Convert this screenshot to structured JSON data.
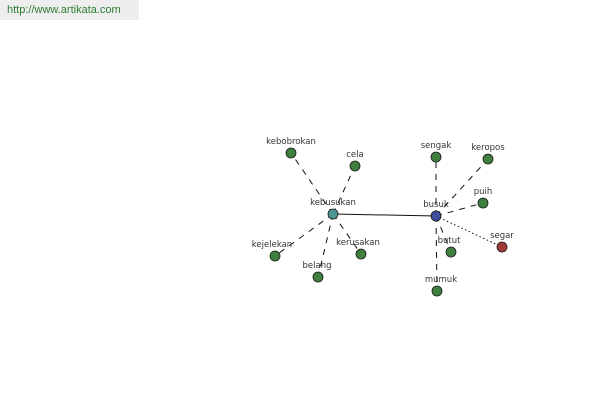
{
  "header": {
    "url": "http://www.artikata.com"
  },
  "colors": {
    "hub_left": "#4f9494",
    "hub_right": "#3f4fa0",
    "leaf": "#3e7f3e",
    "antonym": "#a33a3a",
    "edge": "#111111"
  },
  "graph": {
    "nodes": [
      {
        "id": "kebusukan",
        "label": "kebusukan",
        "kind": "hub_left"
      },
      {
        "id": "busuk",
        "label": "busuk",
        "kind": "hub_right"
      },
      {
        "id": "kebobrokan",
        "label": "kebobrokan",
        "kind": "leaf"
      },
      {
        "id": "cela",
        "label": "cela",
        "kind": "leaf"
      },
      {
        "id": "kejelekan",
        "label": "kejelekan",
        "kind": "leaf"
      },
      {
        "id": "kerusakan",
        "label": "kerusakan",
        "kind": "leaf"
      },
      {
        "id": "belang",
        "label": "belang",
        "kind": "leaf"
      },
      {
        "id": "sengak",
        "label": "sengak",
        "kind": "leaf"
      },
      {
        "id": "keropos",
        "label": "keropos",
        "kind": "leaf"
      },
      {
        "id": "puih",
        "label": "puih",
        "kind": "leaf"
      },
      {
        "id": "segar",
        "label": "segar",
        "kind": "antonym"
      },
      {
        "id": "butut",
        "label": "butut",
        "kind": "leaf"
      },
      {
        "id": "mumuk",
        "label": "mumuk",
        "kind": "leaf"
      }
    ],
    "edges": [
      {
        "from": "kebusukan",
        "to": "busuk",
        "style": "solid"
      },
      {
        "from": "kebusukan",
        "to": "kebobrokan",
        "style": "dashed"
      },
      {
        "from": "kebusukan",
        "to": "cela",
        "style": "dashed"
      },
      {
        "from": "kebusukan",
        "to": "kejelekan",
        "style": "dashed"
      },
      {
        "from": "kebusukan",
        "to": "kerusakan",
        "style": "dashed"
      },
      {
        "from": "kebusukan",
        "to": "belang",
        "style": "dashed"
      },
      {
        "from": "busuk",
        "to": "sengak",
        "style": "dashed"
      },
      {
        "from": "busuk",
        "to": "keropos",
        "style": "dashed"
      },
      {
        "from": "busuk",
        "to": "puih",
        "style": "dashed"
      },
      {
        "from": "busuk",
        "to": "segar",
        "style": "dotted"
      },
      {
        "from": "busuk",
        "to": "butut",
        "style": "dashed"
      },
      {
        "from": "busuk",
        "to": "mumuk",
        "style": "dashed"
      }
    ]
  }
}
